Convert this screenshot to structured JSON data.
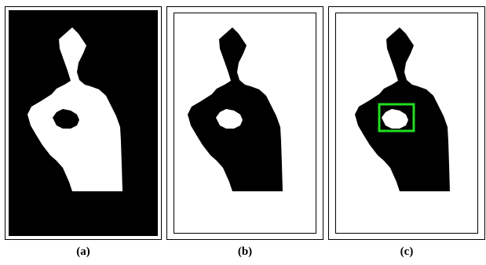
{
  "panels": [
    {
      "caption": "(a)",
      "background": "#000000",
      "hand_color": "#ffffff",
      "hole_color": "#000000",
      "inner_frame": false,
      "bounding_box": false
    },
    {
      "caption": "(b)",
      "background": "#ffffff",
      "hand_color": "#000000",
      "hole_color": "#ffffff",
      "inner_frame": true,
      "bounding_box": false
    },
    {
      "caption": "(c)",
      "background": "#ffffff",
      "hand_color": "#000000",
      "hole_color": "#ffffff",
      "inner_frame": true,
      "bounding_box": true,
      "box_color": "#22dd22"
    }
  ]
}
